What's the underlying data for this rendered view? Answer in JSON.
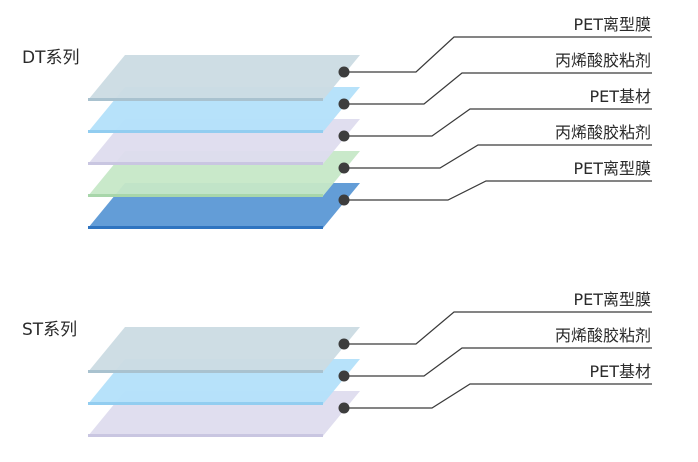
{
  "groups": [
    {
      "title": "DT系列",
      "layers": [
        {
          "label": "PET离型膜",
          "top": "#cbdbe3",
          "edge": "#a9c2cf"
        },
        {
          "label": "丙烯酸胶粘剂",
          "top": "#b3e0fa",
          "edge": "#92cdf0"
        },
        {
          "label": "PET基材",
          "top": "#dedcee",
          "edge": "#c9c6e1"
        },
        {
          "label": "丙烯酸胶粘剂",
          "top": "#c6e8c7",
          "edge": "#a8d6aa"
        },
        {
          "label": "PET离型膜",
          "top": "#5b98d5",
          "edge": "#2f74c0"
        }
      ]
    },
    {
      "title": "ST系列",
      "layers": [
        {
          "label": "PET离型膜",
          "top": "#cbdbe3",
          "edge": "#a9c2cf"
        },
        {
          "label": "丙烯酸胶粘剂",
          "top": "#b3e0fa",
          "edge": "#92cdf0"
        },
        {
          "label": "PET基材",
          "top": "#dedcee",
          "edge": "#c9c6e1"
        }
      ]
    }
  ]
}
